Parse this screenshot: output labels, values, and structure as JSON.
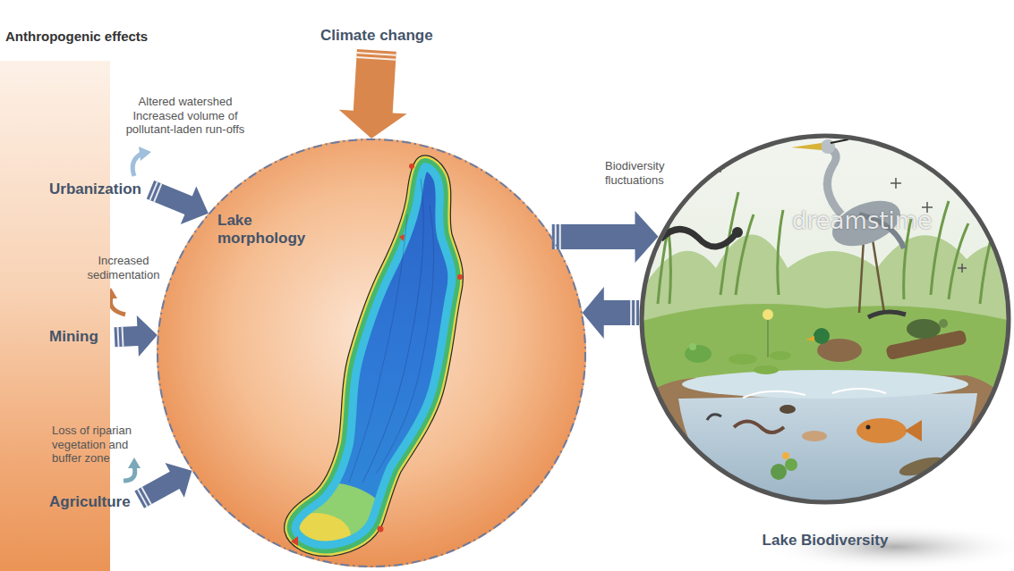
{
  "diagram": {
    "nodes": [
      {
        "text": [
          "Anthropogenic effects"
        ]
      },
      {
        "text": [
          "Urbanization"
        ],
        "in": 0
      },
      {
        "text": [
          "Mining"
        ],
        "in": 0
      },
      {
        "text": [
          "Agriculture"
        ],
        "in": 0
      },
      {
        "text": [
          "Climate change"
        ]
      },
      {
        "text": [
          "Lake morphology"
        ]
      },
      {
        "text": [
          "Lake Biodiversity"
        ]
      }
    ],
    "edges": [
      {
        "from": 1,
        "to": 5,
        "arrow": "to"
      },
      {
        "from": 2,
        "to": 5,
        "arrow": "to"
      },
      {
        "from": 3,
        "to": 5,
        "arrow": "to"
      },
      {
        "from": 4,
        "to": 5,
        "arrow": "to"
      },
      {
        "from": 5,
        "to": 6,
        "label": "Biodiversity fluctuations",
        "arrow": "to"
      },
      {
        "from": 6,
        "to": 5,
        "arrow": "to"
      }
    ],
    "labels": [
      "Altered watershed Increased volume of pollutant-laden run-offs",
      "Increased sedimentation",
      "Loss of riparian vegetation and buffer zone",
      "dreamstime"
    ]
  }
}
